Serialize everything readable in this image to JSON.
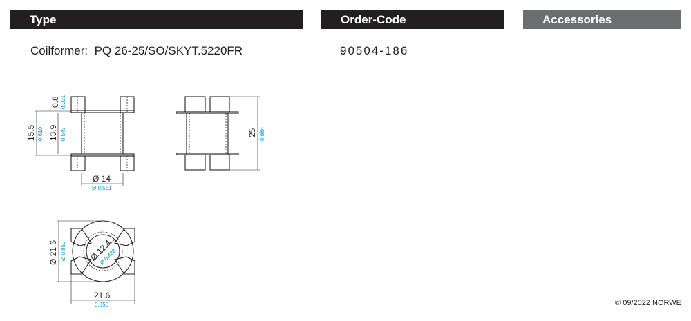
{
  "header": {
    "type": "Type",
    "order_code": "Order-Code",
    "accessories": "Accessories"
  },
  "product": {
    "label": "Coilformer:",
    "name": "PQ 26-25/SO/SKYT.5220FR",
    "order_code": "90504-186"
  },
  "dimensions": {
    "flange_thickness": {
      "mm": "0.8",
      "inch": "0.031"
    },
    "height_outer": {
      "mm": "15.5",
      "inch": "0.610"
    },
    "winding_height": {
      "mm": "13.9",
      "inch": "0.547"
    },
    "core_diameter": {
      "mm": "Ø 14",
      "inch": "Ø 0.551"
    },
    "total_height": {
      "mm": "25",
      "inch": "0.984"
    },
    "outer_diameter": {
      "mm": "Ø 21.6",
      "inch": "Ø 0.850"
    },
    "inner_diameter": {
      "mm": "Ø 12.4",
      "inch": "Ø 0.488"
    },
    "width": {
      "mm": "21.6",
      "inch": "0.850"
    }
  },
  "footer": {
    "copyright": "© 09/2022 NORWE"
  },
  "colors": {
    "bar_dark": "#231f20",
    "bar_grey": "#6d6e70",
    "inch_blue": "#0096d6"
  }
}
